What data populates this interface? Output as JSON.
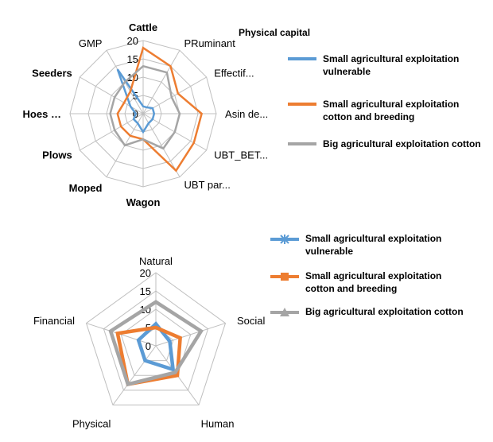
{
  "chart_data": [
    {
      "type": "radar",
      "title": "Physical capital",
      "axes": [
        "Cattle",
        "PRuminant",
        "Effectif...",
        "Asin de...",
        "UBT_BET...",
        "UBT par...",
        "Wagon",
        "Moped",
        "Plows",
        "Hoes …",
        "Seeders",
        "GMP"
      ],
      "rlim": [
        0,
        20
      ],
      "ticks": [
        "0",
        "5",
        "10",
        "15",
        "20"
      ],
      "grid": true,
      "legend_position": "right",
      "series": [
        {
          "name": "Small agricultural exploitation vulnerable",
          "color": "#5b9bd5",
          "values": [
            2,
            2,
            3,
            3,
            3,
            3,
            5,
            3,
            3,
            2,
            4,
            14
          ]
        },
        {
          "name": "Small agricultural exploitation cotton and breeding",
          "color": "#ed7d31",
          "values": [
            18,
            15,
            11,
            16,
            16,
            18,
            7,
            7,
            7,
            7,
            6,
            7
          ]
        },
        {
          "name": "Big agricultural exploitation cotton",
          "color": "#a5a5a5",
          "values": [
            13,
            13,
            9,
            10,
            10,
            11,
            7,
            10,
            9,
            9,
            9,
            10
          ]
        }
      ]
    },
    {
      "type": "radar",
      "axes": [
        "Natural",
        "Social",
        "Human",
        "Physical",
        "Financial"
      ],
      "rlim": [
        0,
        20
      ],
      "ticks": [
        "0",
        "5",
        "10",
        "15",
        "20"
      ],
      "grid": true,
      "legend_position": "right",
      "series": [
        {
          "name": "Small agricultural exploitation vulnerable",
          "color": "#5b9bd5",
          "values": [
            6,
            4,
            8,
            5,
            5
          ]
        },
        {
          "name": "Small agricultural exploitation cotton and breeding",
          "color": "#ed7d31",
          "values": [
            5,
            7,
            10,
            13,
            11
          ]
        },
        {
          "name": "Big agricultural exploitation cotton",
          "color": "#a5a5a5",
          "values": [
            12,
            13,
            9,
            13,
            13
          ]
        }
      ]
    }
  ]
}
